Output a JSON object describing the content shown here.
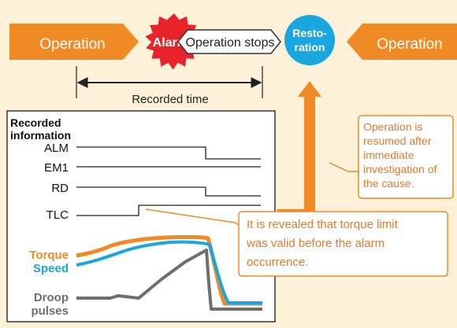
{
  "colors": {
    "background": "#fdf2d9",
    "orange": "#f08a24",
    "alarm_red": "#e8232a",
    "restore_blue": "#1aa6e0",
    "torque_line": "#f08a24",
    "speed_line": "#1aa6e0",
    "droop_line": "#6e6e6e",
    "callout_border": "#f08a24",
    "callout_text": "#e8782a"
  },
  "flow": {
    "start_label": "Operation",
    "alarm_label": "Alarm!",
    "stop_label": "Operation stops",
    "restore_label_line1": "Resto-",
    "restore_label_line2": "ration",
    "end_label": "Operation",
    "recorded_time_label": "Recorded time"
  },
  "panel": {
    "title_line1": "Recorded",
    "title_line2": "information",
    "signals": [
      "ALM",
      "EM1",
      "RD",
      "TLC"
    ],
    "torque_label": "Torque",
    "speed_label": "Speed",
    "droop_line1": "Droop",
    "droop_line2": "pulses"
  },
  "callouts": {
    "resume_lines": [
      "Operation is",
      "resumed after",
      "immediate",
      "investigation of",
      "the cause."
    ],
    "torque_lines": [
      "It is revealed that torque limit",
      "was valid before the alarm",
      "occurrence."
    ]
  }
}
